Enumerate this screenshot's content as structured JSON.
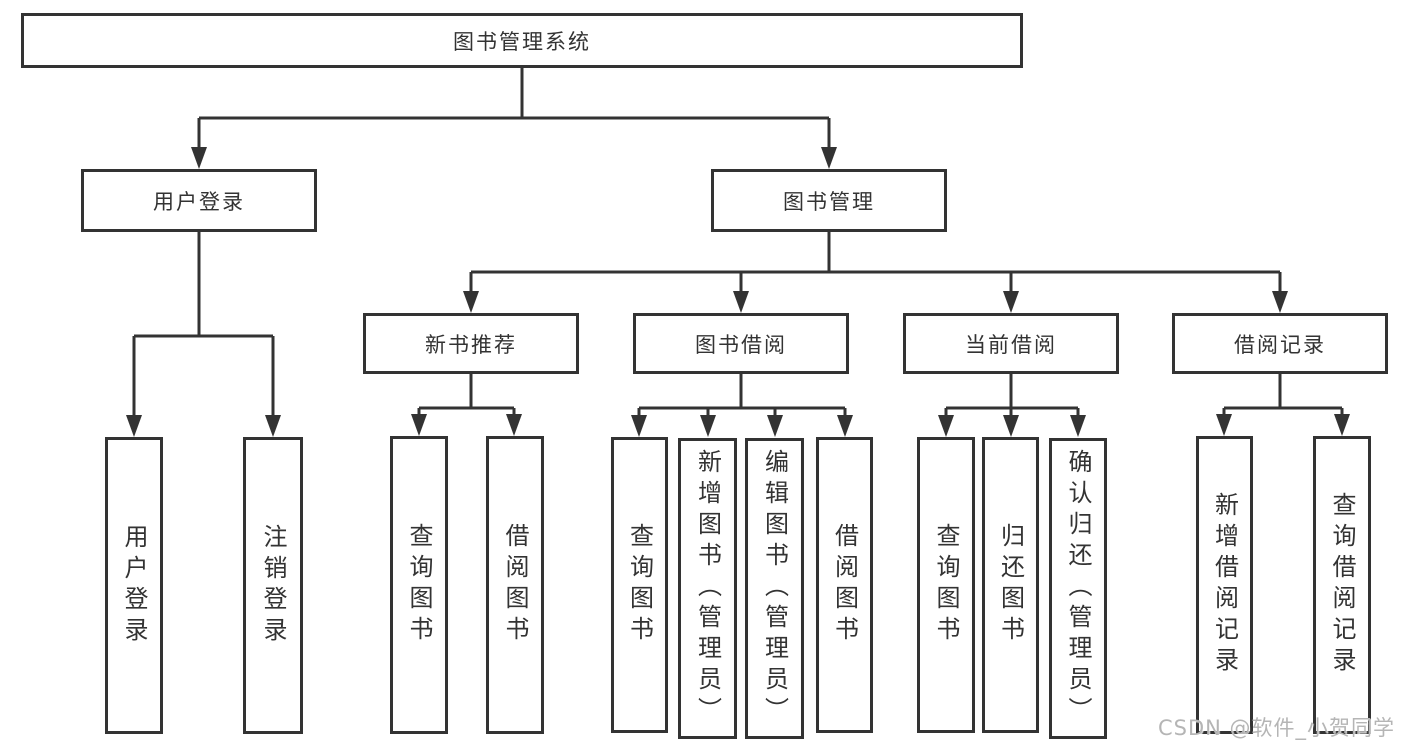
{
  "colors": {
    "line": "#333333",
    "box_border": "#333333",
    "text": "#333333",
    "watermark_text": "#b5b5b5",
    "background": "#ffffff"
  },
  "tree": {
    "root": {
      "label": "图书管理系统",
      "children": [
        {
          "label": "用户登录",
          "children": [
            {
              "label": "用户登录"
            },
            {
              "label": "注销登录"
            }
          ]
        },
        {
          "label": "图书管理",
          "children": [
            {
              "label": "新书推荐",
              "children": [
                {
                  "label": "查询图书"
                },
                {
                  "label": "借阅图书"
                }
              ]
            },
            {
              "label": "图书借阅",
              "children": [
                {
                  "label": "查询图书"
                },
                {
                  "label": "新增图书（管理员）"
                },
                {
                  "label": "编辑图书（管理员）"
                },
                {
                  "label": "借阅图书"
                }
              ]
            },
            {
              "label": "当前借阅",
              "children": [
                {
                  "label": "查询图书"
                },
                {
                  "label": "归还图书"
                },
                {
                  "label": "确认归还（管理员）"
                }
              ]
            },
            {
              "label": "借阅记录",
              "children": [
                {
                  "label": "新增借阅记录"
                },
                {
                  "label": "查询借阅记录"
                }
              ]
            }
          ]
        }
      ]
    }
  },
  "watermark": {
    "text": "CSDN @软件_小贺同学"
  }
}
